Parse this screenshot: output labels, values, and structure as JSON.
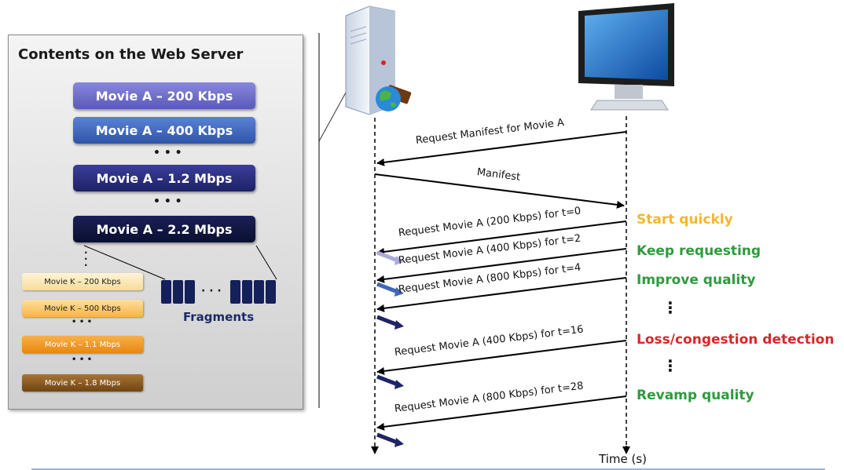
{
  "panel": {
    "title": "Contents on the Web Server",
    "movies": [
      {
        "label": "Movie A – 200 Kbps",
        "color": "#6a6ac8"
      },
      {
        "label": "Movie A – 400 Kbps",
        "color": "#3d63b8"
      },
      {
        "label": "Movie A – 1.2 Mbps",
        "color": "#262a7a"
      },
      {
        "label": "Movie A – 2.2 Mbps",
        "color": "#101640"
      }
    ],
    "movies_k": [
      {
        "label": "Movie K – 200 Kbps",
        "color": "#fde9b7"
      },
      {
        "label": "Movie K – 500 Kbps",
        "color": "#fbc866"
      },
      {
        "label": "Movie K – 1.1 Mbps",
        "color": "#f29a17"
      },
      {
        "label": "Movie K – 1.8 Mbps",
        "color": "#8a5a1e"
      }
    ],
    "ellipsis": "• • •",
    "small_ellipsis": "• • •",
    "fragments_label": "Fragments",
    "fragments_dots": "· · ·"
  },
  "messages": {
    "request_manifest": "Request Manifest for Movie A",
    "manifest": "Manifest",
    "req1": "Request Movie A (200 Kbps) for t=0",
    "req2": "Request Movie A (400 Kbps) for t=2",
    "req3": "Request Movie A (800 Kbps) for t=4",
    "req4": "Request Movie A (400 Kbps) for t=16",
    "req5": "Request Movie A (800 Kbps) for t=28"
  },
  "status": {
    "start": {
      "text": "Start quickly",
      "color": "#f3b72a"
    },
    "keep": {
      "text": "Keep requesting",
      "color": "#2e9a3e"
    },
    "improve": {
      "text": "Improve quality",
      "color": "#2e9a3e"
    },
    "vdots1": "⋮",
    "loss": {
      "text": "Loss/congestion detection",
      "color": "#d8262a"
    },
    "vdots2": "⋮",
    "revamp": {
      "text": "Revamp quality",
      "color": "#2e9a3e"
    }
  },
  "axis_label": "Time (s)",
  "icons": [
    "server-icon",
    "globe-film-icon",
    "monitor-icon"
  ]
}
